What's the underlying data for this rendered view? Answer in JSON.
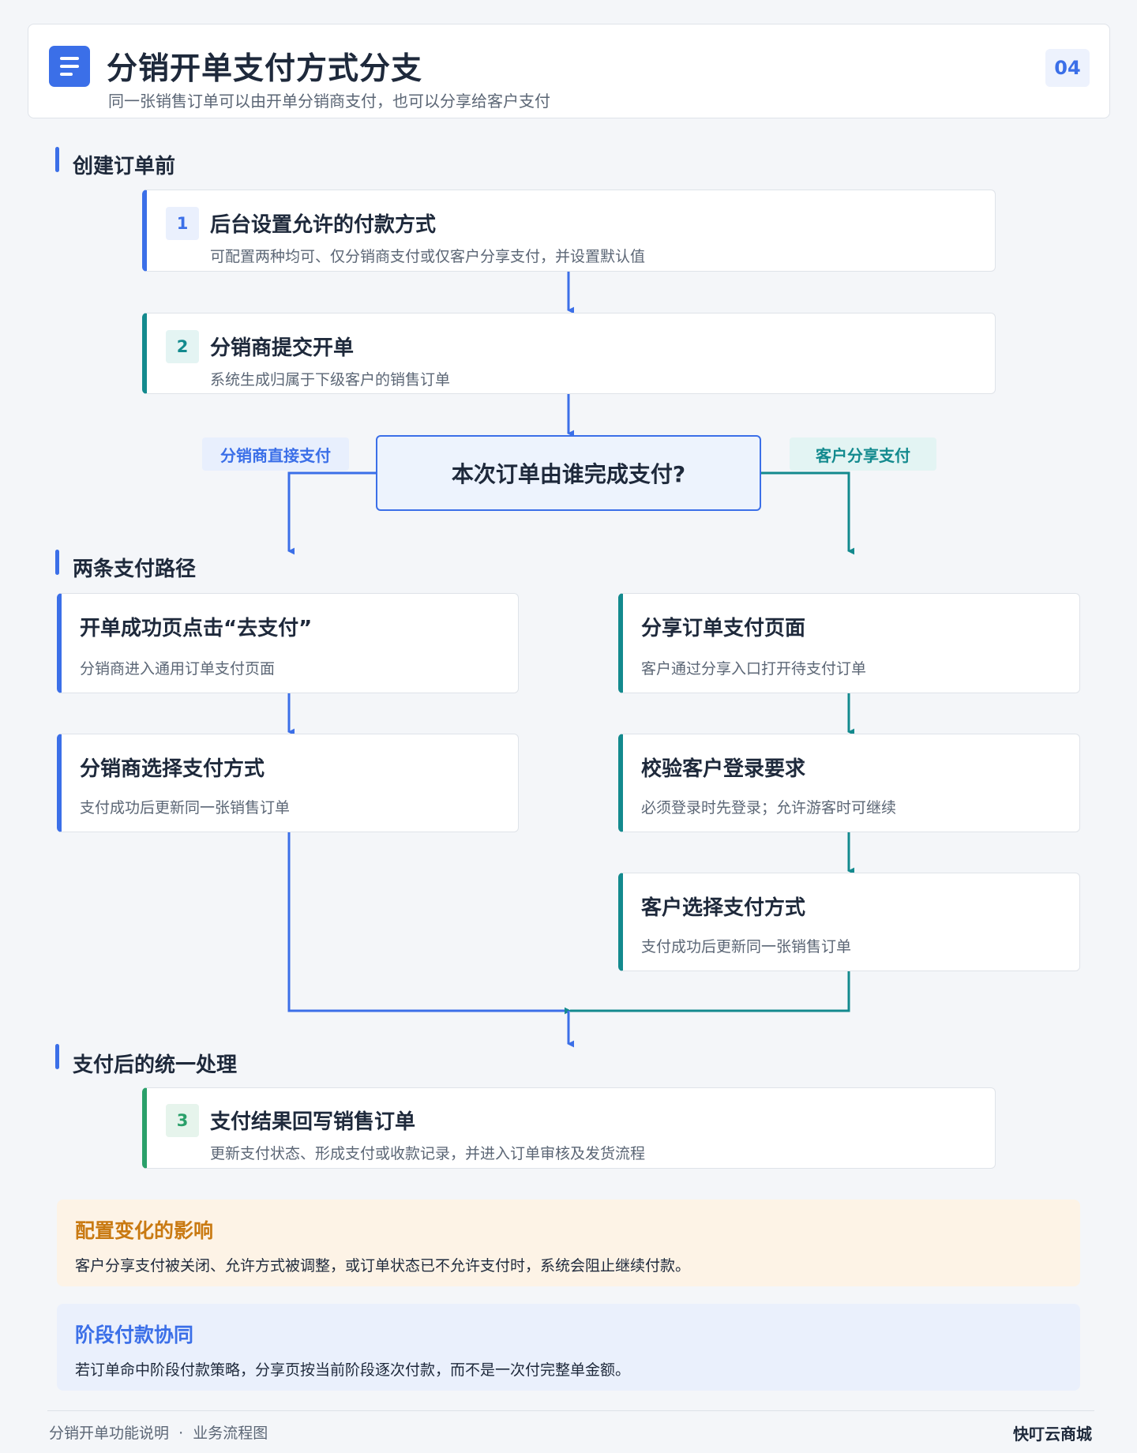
{
  "header": {
    "title": "分销开单支付方式分支",
    "subtitle": "同一张销售订单可以由开单分销商支付，也可以分享给客户支付",
    "badge": "04",
    "icon": "document-list-icon"
  },
  "sections": {
    "before_order": "创建订单前",
    "payment_paths": "两条支付路径",
    "after_payment": "支付后的统一处理"
  },
  "steps": [
    {
      "number": "1",
      "title": "后台设置允许的付款方式",
      "desc": "可配置两种均可、仅分销商支付或仅客户分享支付，并设置默认值"
    },
    {
      "number": "2",
      "title": "分销商提交开单",
      "desc": "系统生成归属于下级客户的销售订单"
    },
    {
      "number": "3",
      "title": "支付结果回写销售订单",
      "desc": "更新支付状态、形成支付或收款记录，并进入订单审核及发货流程"
    }
  ],
  "decision": {
    "question": "本次订单由谁完成支付?",
    "left_branch": "分销商直接支付",
    "right_branch": "客户分享支付"
  },
  "left_path": [
    {
      "title": "开单成功页点击“去支付”",
      "desc": "分销商进入通用订单支付页面"
    },
    {
      "title": "分销商选择支付方式",
      "desc": "支付成功后更新同一张销售订单"
    }
  ],
  "right_path": [
    {
      "title": "分享订单支付页面",
      "desc": "客户通过分享入口打开待支付订单"
    },
    {
      "title": "校验客户登录要求",
      "desc": "必须登录时先登录；允许游客时可继续"
    },
    {
      "title": "客户选择支付方式",
      "desc": "支付成功后更新同一张销售订单"
    }
  ],
  "notes": [
    {
      "title": "配置变化的影响",
      "text": "客户分享支付被关闭、允许方式被调整，或订单状态已不允许支付时，系统会阻止继续付款。",
      "color": "#c97a12"
    },
    {
      "title": "阶段付款协同",
      "text": "若订单命中阶段付款策略，分享页按当前阶段逐次付款，而不是一次付完整单金额。",
      "color": "#3b6fe8"
    }
  ],
  "footer": {
    "left": "分销开单功能说明  ·  业务流程图",
    "right": "快叮云商城"
  },
  "colors": {
    "blue": "#3b6fe8",
    "teal": "#138a8e",
    "green": "#2aa06a"
  }
}
